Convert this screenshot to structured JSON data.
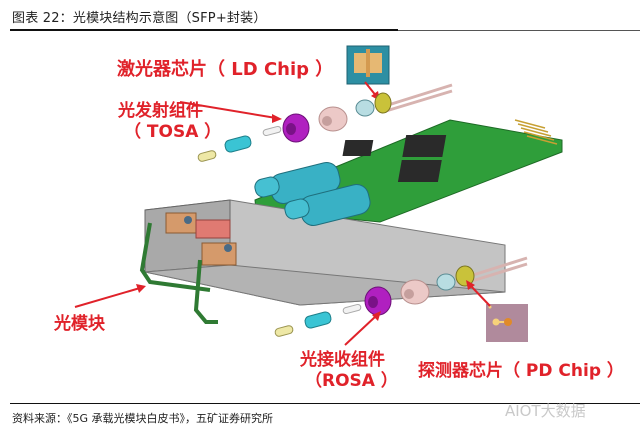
{
  "header": {
    "title": "图表 22：光模块结构示意图（SFP+封装）"
  },
  "figure": {
    "labels": {
      "ld_chip": "激光器芯片（ LD Chip ）",
      "tosa_line1": "光发射组件",
      "tosa_line2": "（ TOSA ）",
      "optical_module": "光模块",
      "rosa_line1": "光接收组件",
      "rosa_line2": "（ROSA ）",
      "pd_chip": "探测器芯片（ PD Chip ）"
    },
    "colors": {
      "label_red": "#e0222a",
      "pcb_green": "#2f9e3a",
      "cyan_part": "#3ab5c9",
      "magenta_part": "#b020c0",
      "pink_part": "#e8c6c4",
      "housing_gray": "#b9b9b9",
      "ld_chip_bg": "#2d8fa3",
      "pd_chip_bg": "#b08a9c"
    }
  },
  "footer": {
    "source": "资料来源：《5G 承载光模块白皮书》，五矿证券研究所",
    "watermark": "AIOT大数据"
  }
}
